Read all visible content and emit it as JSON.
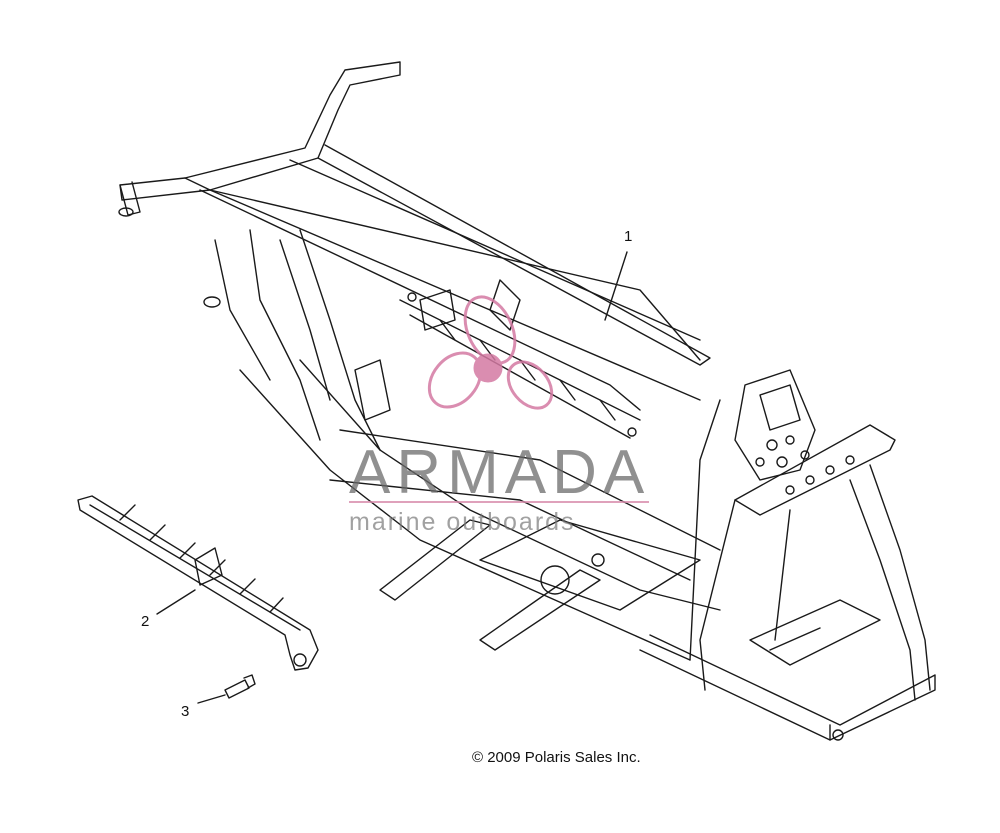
{
  "diagram": {
    "callouts": [
      {
        "id": "1",
        "label": "1"
      },
      {
        "id": "2",
        "label": "2"
      },
      {
        "id": "3",
        "label": "3"
      }
    ],
    "copyright": "© 2009 Polaris Sales Inc.",
    "watermark": {
      "title": "ARMADA",
      "subtitle": "marine outboards",
      "accent_color": "#d47aa3"
    }
  },
  "colors": {
    "line": "#1a1a1a",
    "background": "#ffffff"
  }
}
